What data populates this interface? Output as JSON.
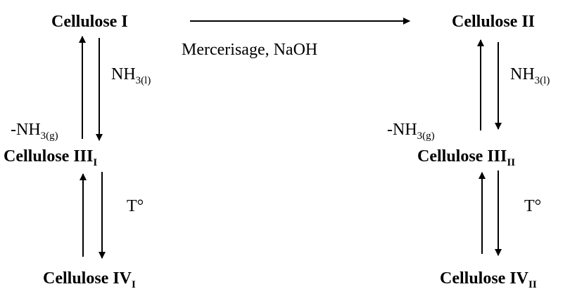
{
  "colors": {
    "ink": "#000000",
    "background": "#ffffff"
  },
  "nodes": {
    "c1": "Cellulose I",
    "c2": "Cellulose II",
    "c3i": {
      "base": "Cellulose III",
      "sub": "I"
    },
    "c3ii": {
      "base": "Cellulose III",
      "sub": "II"
    },
    "c4i": {
      "base": "Cellulose IV",
      "sub": "I"
    },
    "c4ii": {
      "base": "Cellulose IV",
      "sub": "II"
    }
  },
  "labels": {
    "mercerisage": "Mercerisage, NaOH",
    "nh3_liquid": {
      "base": "NH",
      "sub": "3(l)"
    },
    "nh3_gas": {
      "base": "-NH",
      "sub": "3(g)"
    },
    "temperature": "T°"
  }
}
